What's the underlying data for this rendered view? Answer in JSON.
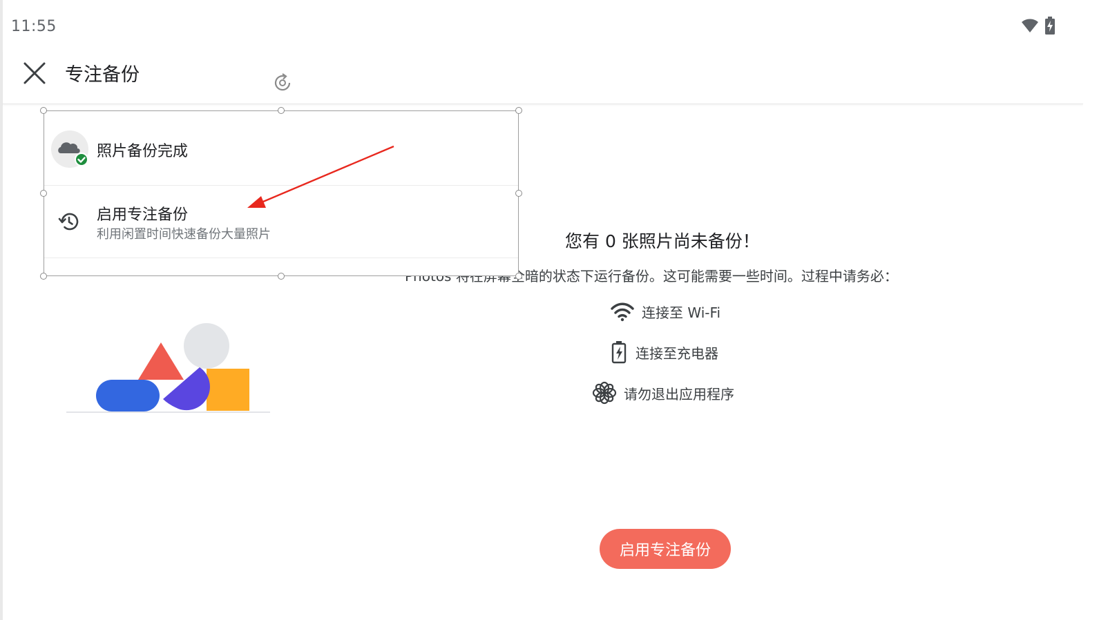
{
  "status_bar": {
    "time": "11:55",
    "wifi_icon": "wifi-icon",
    "battery_icon": "battery-charging-icon"
  },
  "app_bar": {
    "title": "专注备份",
    "close_icon": "close-icon"
  },
  "overlay_menu": {
    "item1": {
      "label": "照片备份完成",
      "icon": "cloud-done-icon"
    },
    "item2": {
      "title": "启用专注备份",
      "subtitle": "利用闲置时间快速备份大量照片",
      "icon": "history-icon"
    }
  },
  "content": {
    "headline": "您有 0 张照片尚未备份！",
    "description": "Photos 将在屏幕全暗的状态下运行备份。这可能需要一些时间。过程中请务必：",
    "requirements": [
      {
        "label": "连接至 Wi-Fi",
        "icon": "wifi-icon"
      },
      {
        "label": "连接至充电器",
        "icon": "battery-charging-icon"
      },
      {
        "label": "请勿退出应用程序",
        "icon": "app-flower-icon"
      }
    ]
  },
  "cta": {
    "label": "启用专注备份"
  },
  "colors": {
    "accent": "#f36b5c",
    "success": "#1e8e3e",
    "annotation_arrow": "#e8281e",
    "illus_blue": "#3367e0",
    "illus_red": "#ef5b4f",
    "illus_purple": "#5a46e0",
    "illus_orange": "#ffab24",
    "illus_gray": "#e3e5e8"
  }
}
